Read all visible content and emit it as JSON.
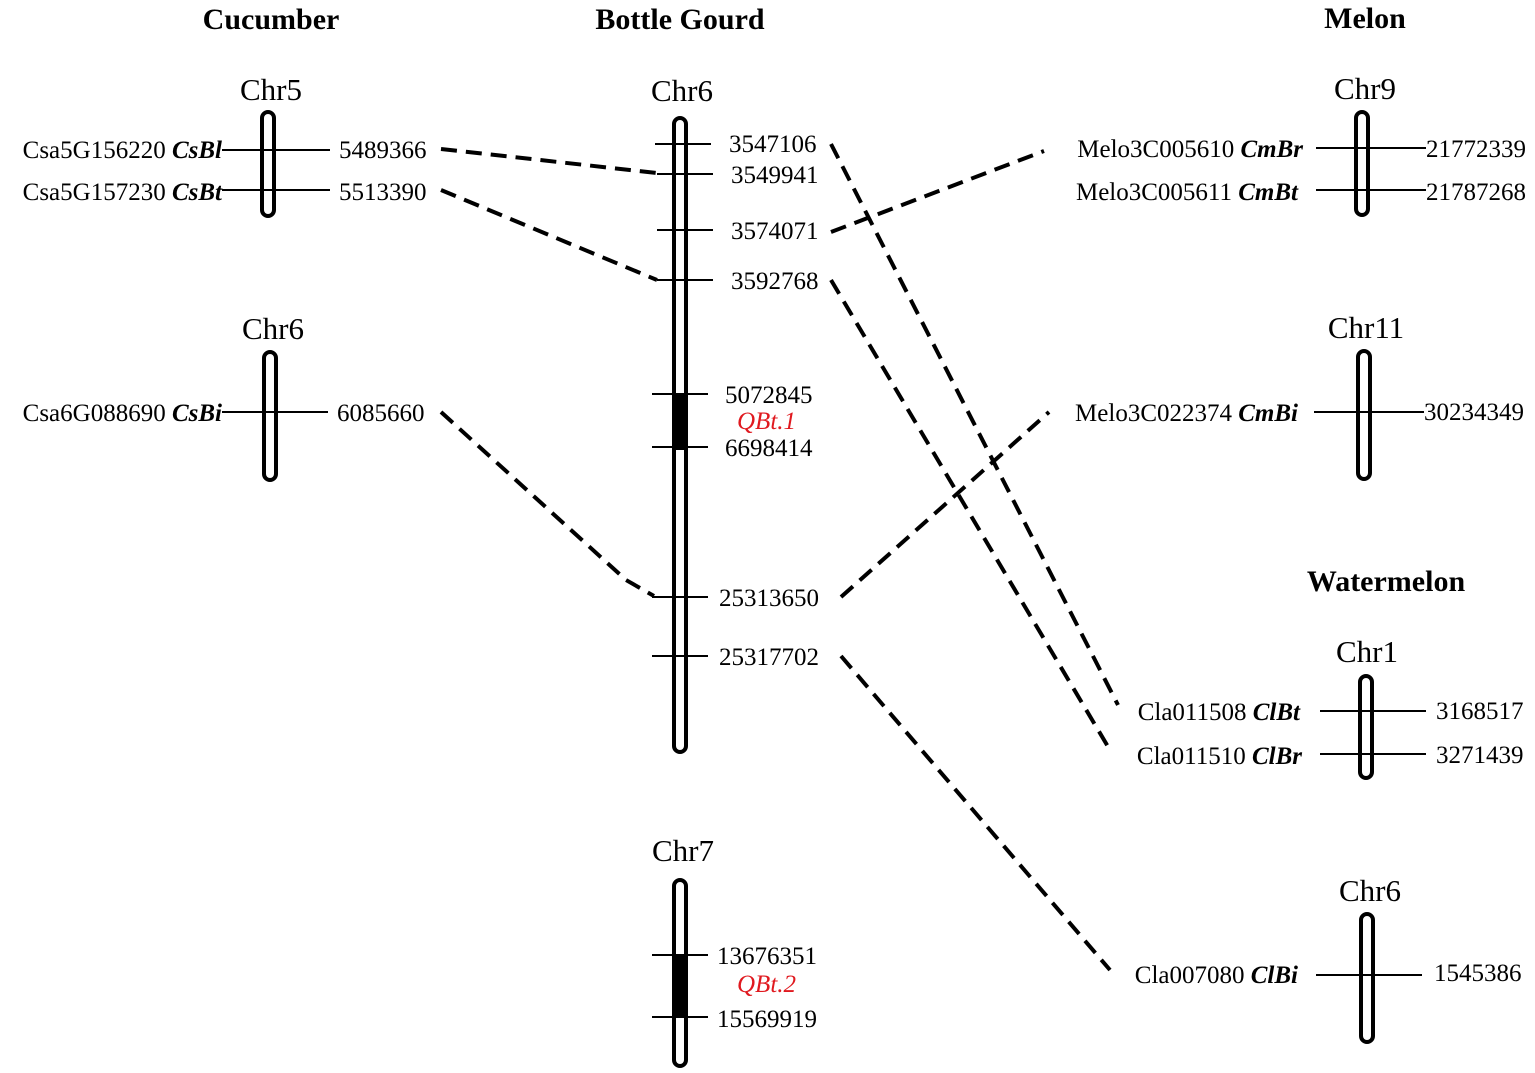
{
  "species": {
    "cucumber": "Cucumber",
    "bottle_gourd": "Bottle Gourd",
    "melon": "Melon",
    "watermelon": "Watermelon"
  },
  "chromosomes": {
    "cucumber_chr5": "Chr5",
    "cucumber_chr6": "Chr6",
    "gourd_chr6": "Chr6",
    "gourd_chr7": "Chr7",
    "melon_chr9": "Chr9",
    "melon_chr11": "Chr11",
    "watermelon_chr1": "Chr1",
    "watermelon_chr6": "Chr6"
  },
  "genes": {
    "csbl": {
      "id": "Csa5G156220 ",
      "symbol": "CsBl",
      "position": "5489366"
    },
    "csbt": {
      "id": "Csa5G157230 ",
      "symbol": "CsBt",
      "position": "5513390"
    },
    "csbi": {
      "id": "Csa6G088690 ",
      "symbol": "CsBi",
      "position": "6085660"
    },
    "cmbr": {
      "id": "Melo3C005610 ",
      "symbol": "CmBr",
      "position": "21772339"
    },
    "cmbt": {
      "id": "Melo3C005611 ",
      "symbol": "CmBt",
      "position": "21787268"
    },
    "cmbi": {
      "id": "Melo3C022374 ",
      "symbol": "CmBi",
      "position": "30234349"
    },
    "clbt": {
      "id": "Cla011508 ",
      "symbol": "ClBt",
      "position": "3168517"
    },
    "clbr": {
      "id": "Cla011510 ",
      "symbol": "ClBr",
      "position": "3271439"
    },
    "clbi": {
      "id": "Cla007080 ",
      "symbol": "ClBi",
      "position": "1545386"
    }
  },
  "gourd_chr6_markers": [
    "3547106",
    "3549941",
    "3574071",
    "3592768",
    "5072845",
    "6698414",
    "25313650",
    "25317702"
  ],
  "gourd_chr7_markers": [
    "13676351",
    "15569919"
  ],
  "qtls": {
    "qbt1": "QBt.1",
    "qbt2": "QBt.2"
  }
}
